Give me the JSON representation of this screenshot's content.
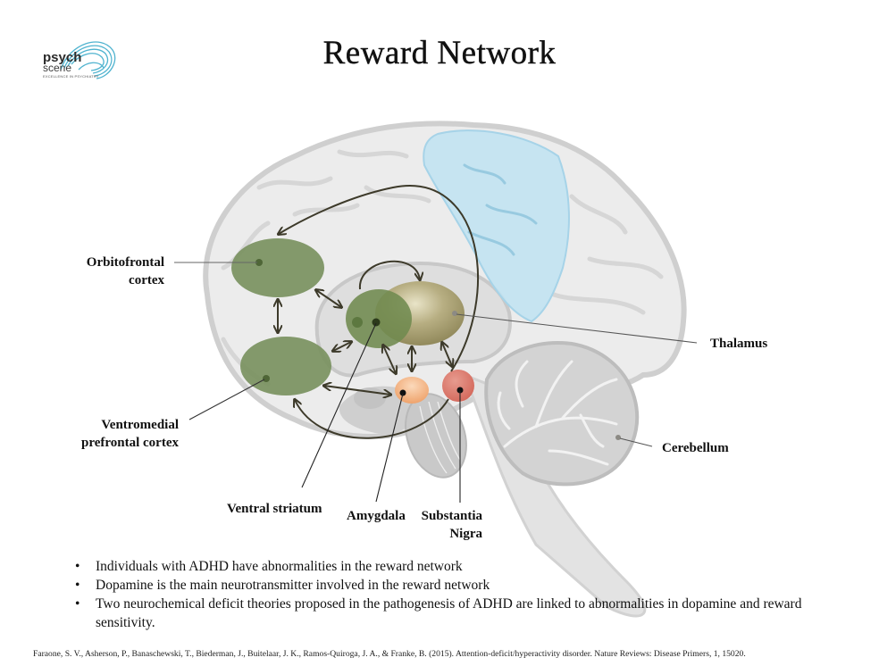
{
  "title": "Reward Network",
  "logo": {
    "name": "psych",
    "name2": "scene",
    "tagline": "EXCELLENCE IN PSYCHIATRY",
    "icon": "wave-swirl-logo-icon",
    "color": "#4fb3cf"
  },
  "labels": {
    "orbitofrontal": [
      "Orbitofrontal",
      "cortex"
    ],
    "vmpfc": [
      "Ventromedial",
      "prefrontal cortex"
    ],
    "ventral_striatum": "Ventral striatum",
    "amygdala": "Amygdala",
    "substantia_nigra": [
      "Substantia",
      "Nigra"
    ],
    "thalamus": "Thalamus",
    "cerebellum": "Cerebellum"
  },
  "colors": {
    "cortex_green": "#7a9160",
    "striatum_green": "#6f8a4e",
    "thalamus_olive": "#a39a6a",
    "amygdala_orange": "#f2a974",
    "substantia_red": "#d9766a",
    "parietal_blue": "#bfe3f2",
    "arrow": "#3d3a2a",
    "brain_gray": "#e6e6e6"
  },
  "bullets": [
    "Individuals with ADHD have abnormalities in the reward network",
    "Dopamine is the main neurotransmitter involved in the reward network",
    "Two neurochemical deficit theories proposed in the pathogenesis of ADHD are linked to abnormalities in dopamine and reward sensitivity."
  ],
  "bullet_char": "•",
  "reference": "Faraone, S. V., Asherson, P., Banaschewski, T., Biederman, J., Buitelaar, J. K., Ramos-Quiroga, J. A., & Franke, B. (2015). Attention-deficit/hyperactivity disorder. Nature Reviews: Disease Primers, 1, 15020."
}
